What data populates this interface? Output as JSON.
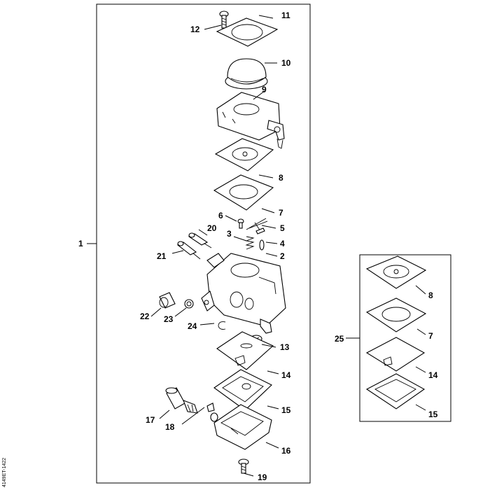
{
  "labels": {
    "l1": "1",
    "l2": "2",
    "l3": "3",
    "l4": "4",
    "l5": "5",
    "l6": "6",
    "l7": "7",
    "l8": "8",
    "l9": "9",
    "l10": "10",
    "l11": "11",
    "l12": "12",
    "l13": "13",
    "l14": "14",
    "l15": "15",
    "l16": "16",
    "l17": "17",
    "l18": "18",
    "l19": "19",
    "l20": "20",
    "l21": "21",
    "l22": "22",
    "l23": "23",
    "l24": "24",
    "l25": "25",
    "k8": "8",
    "k7": "7",
    "k14": "14",
    "k15": "15"
  },
  "drawing_code": "4149ET-1422"
}
